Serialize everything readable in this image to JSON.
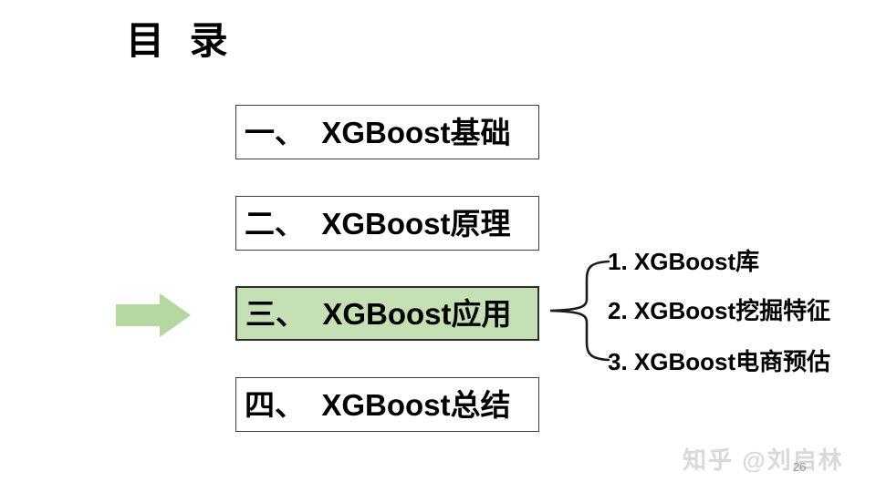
{
  "slide": {
    "title": "目 录",
    "watermark": "知乎 @刘启林",
    "page_number": "26"
  },
  "toc": {
    "items": [
      {
        "label": "一、  XGBoost基础",
        "highlighted": false
      },
      {
        "label": "二、  XGBoost原理",
        "highlighted": false
      },
      {
        "label": "三、  XGBoost应用",
        "highlighted": true
      },
      {
        "label": "四、  XGBoost总结",
        "highlighted": false
      }
    ]
  },
  "details": {
    "items": [
      {
        "label": "1. XGBoost库"
      },
      {
        "label": "2. XGBoost挖掘特征"
      },
      {
        "label": "3. XGBoost电商预估"
      }
    ]
  },
  "icons": {
    "pointer": "arrow-right-icon",
    "connector": "curly-brace"
  },
  "colors": {
    "highlight_fill": "#c5e0b4",
    "arrow_fill": "#b5d7a0",
    "box_border": "#3f3f3f",
    "text": "#000000",
    "watermark": "#d9d9d9",
    "page_number": "#9a9a9a",
    "background": "#ffffff"
  }
}
